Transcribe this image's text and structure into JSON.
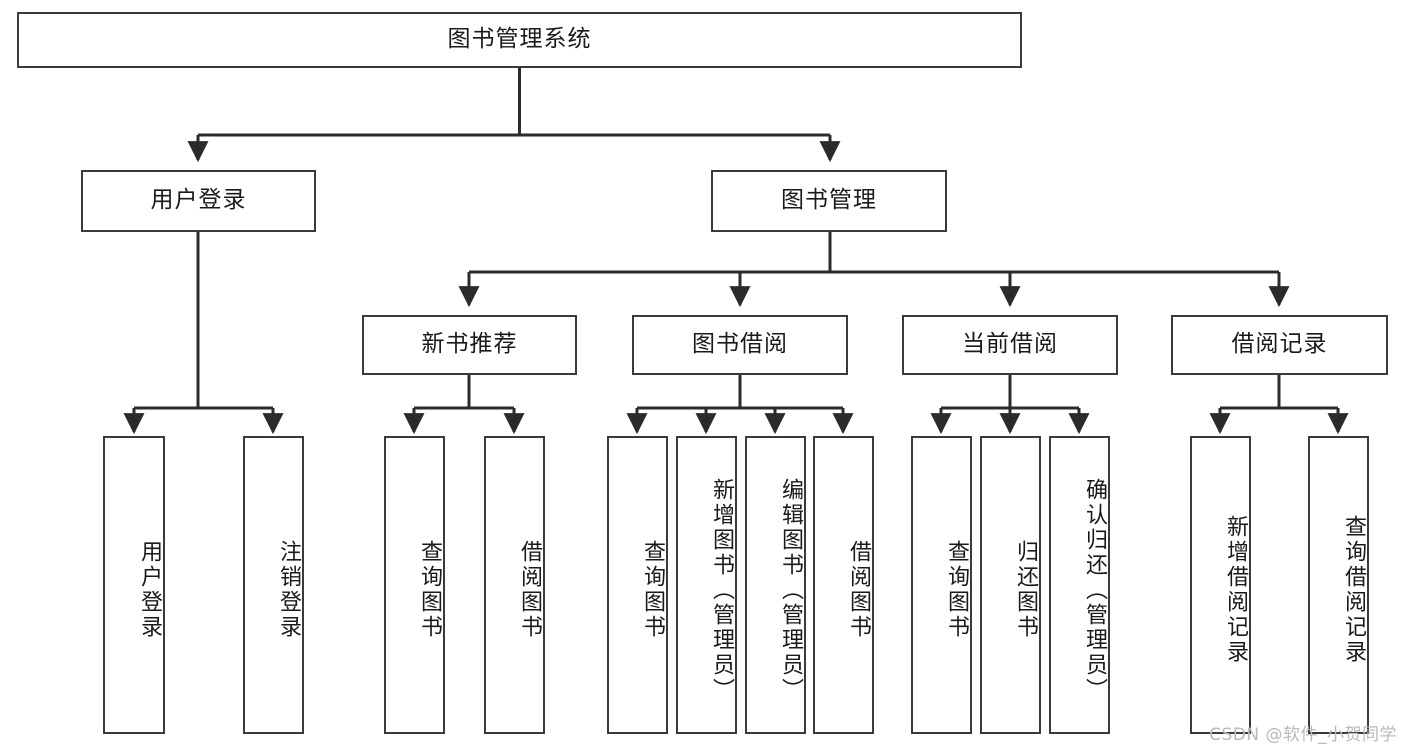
{
  "diagram": {
    "title": "图书管理系统",
    "type": "tree-hierarchy",
    "orientation": "top-down",
    "colors": {
      "box_border": "#3a3a3a",
      "box_fill": "#ffffff",
      "edge": "#2b2b2b",
      "text": "#1a1a1a",
      "watermark": "#b9b9b9",
      "background": "#ffffff"
    },
    "root": {
      "label": "图书管理系统"
    },
    "level2": [
      {
        "label": "用户登录"
      },
      {
        "label": "图书管理"
      }
    ],
    "level3": [
      {
        "label": "新书推荐"
      },
      {
        "label": "图书借阅"
      },
      {
        "label": "当前借阅"
      },
      {
        "label": "借阅记录"
      }
    ],
    "leaves_user_login": [
      {
        "label": "用户登录"
      },
      {
        "label": "注销登录"
      }
    ],
    "leaves_new_book": [
      {
        "label": "查询图书"
      },
      {
        "label": "借阅图书"
      }
    ],
    "leaves_borrow": [
      {
        "label": "查询图书"
      },
      {
        "label": "新增图书（管理员）"
      },
      {
        "label": "编辑图书（管理员）"
      },
      {
        "label": "借阅图书"
      }
    ],
    "leaves_current": [
      {
        "label": "查询图书"
      },
      {
        "label": "归还图书"
      },
      {
        "label": "确认归还（管理员）"
      }
    ],
    "leaves_records": [
      {
        "label": "新增借阅记录"
      },
      {
        "label": "查询借阅记录"
      }
    ],
    "watermark": "CSDN @软件_小贺同学"
  }
}
